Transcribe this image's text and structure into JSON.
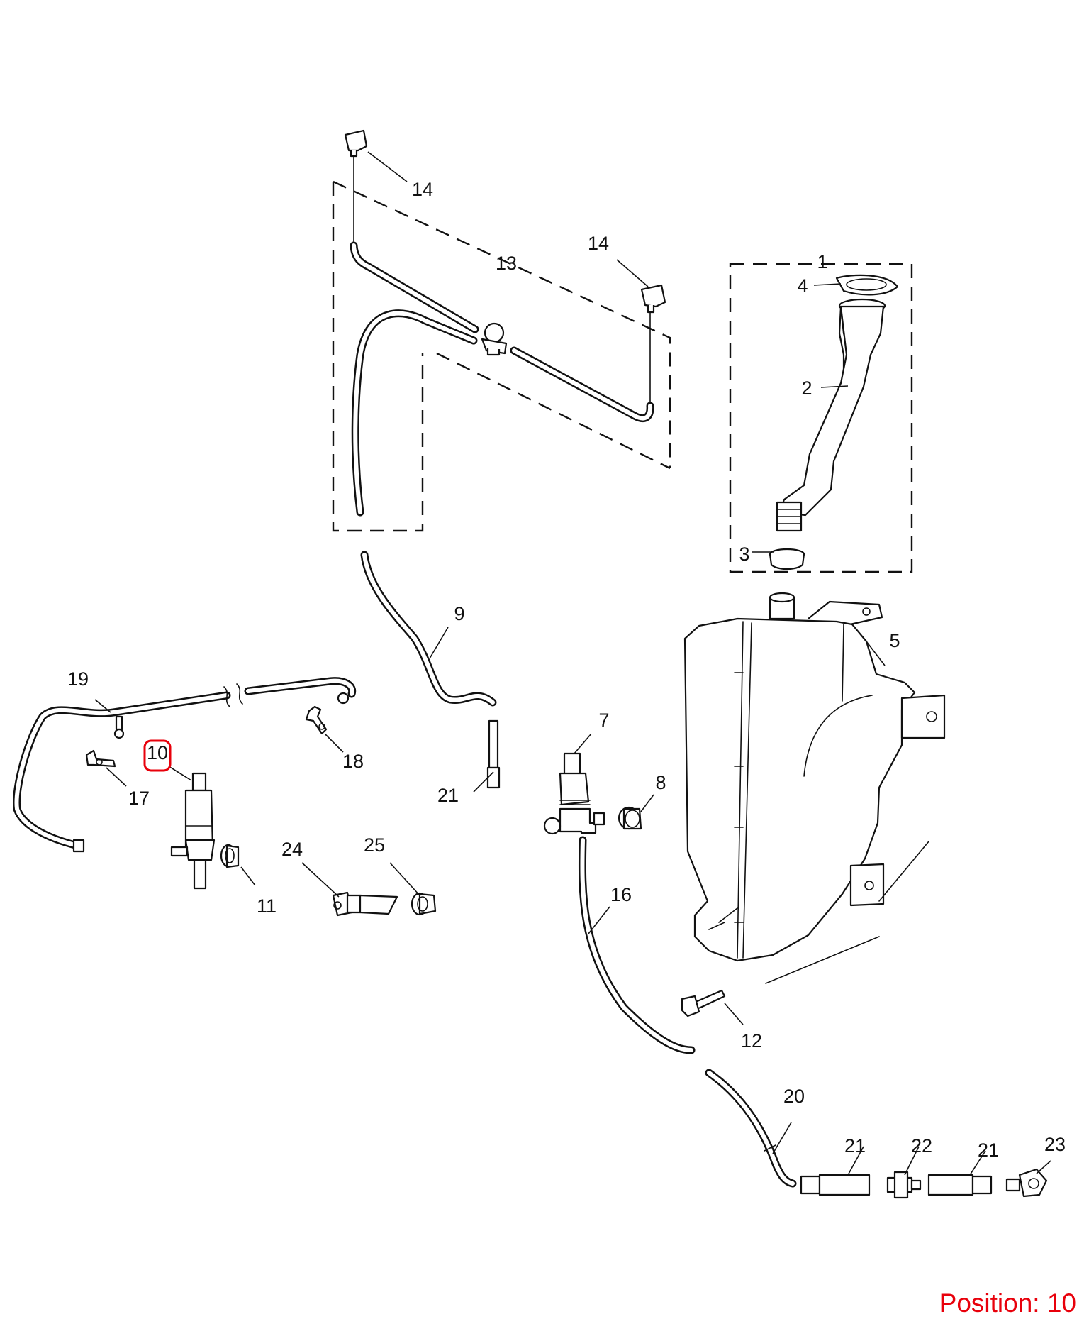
{
  "diagram": {
    "callouts": [
      {
        "id": "c1",
        "label": "1"
      },
      {
        "id": "c2",
        "label": "2"
      },
      {
        "id": "c3",
        "label": "3"
      },
      {
        "id": "c4",
        "label": "4"
      },
      {
        "id": "c5",
        "label": "5"
      },
      {
        "id": "c7",
        "label": "7"
      },
      {
        "id": "c8",
        "label": "8"
      },
      {
        "id": "c9",
        "label": "9"
      },
      {
        "id": "c10",
        "label": "10"
      },
      {
        "id": "c11",
        "label": "11"
      },
      {
        "id": "c12",
        "label": "12"
      },
      {
        "id": "c13",
        "label": "13"
      },
      {
        "id": "c14a",
        "label": "14"
      },
      {
        "id": "c14b",
        "label": "14"
      },
      {
        "id": "c16",
        "label": "16"
      },
      {
        "id": "c17",
        "label": "17"
      },
      {
        "id": "c18",
        "label": "18"
      },
      {
        "id": "c19",
        "label": "19"
      },
      {
        "id": "c20",
        "label": "20"
      },
      {
        "id": "c21a",
        "label": "21"
      },
      {
        "id": "c21b",
        "label": "21"
      },
      {
        "id": "c21c",
        "label": "21"
      },
      {
        "id": "c22",
        "label": "22"
      },
      {
        "id": "c23",
        "label": "23"
      },
      {
        "id": "c24",
        "label": "24"
      },
      {
        "id": "c25",
        "label": "25"
      }
    ],
    "highlighted_callout": "10",
    "highlight_color": "#e8000b",
    "line_color": "#111111"
  },
  "footer": {
    "position_text": "Position: 10"
  }
}
